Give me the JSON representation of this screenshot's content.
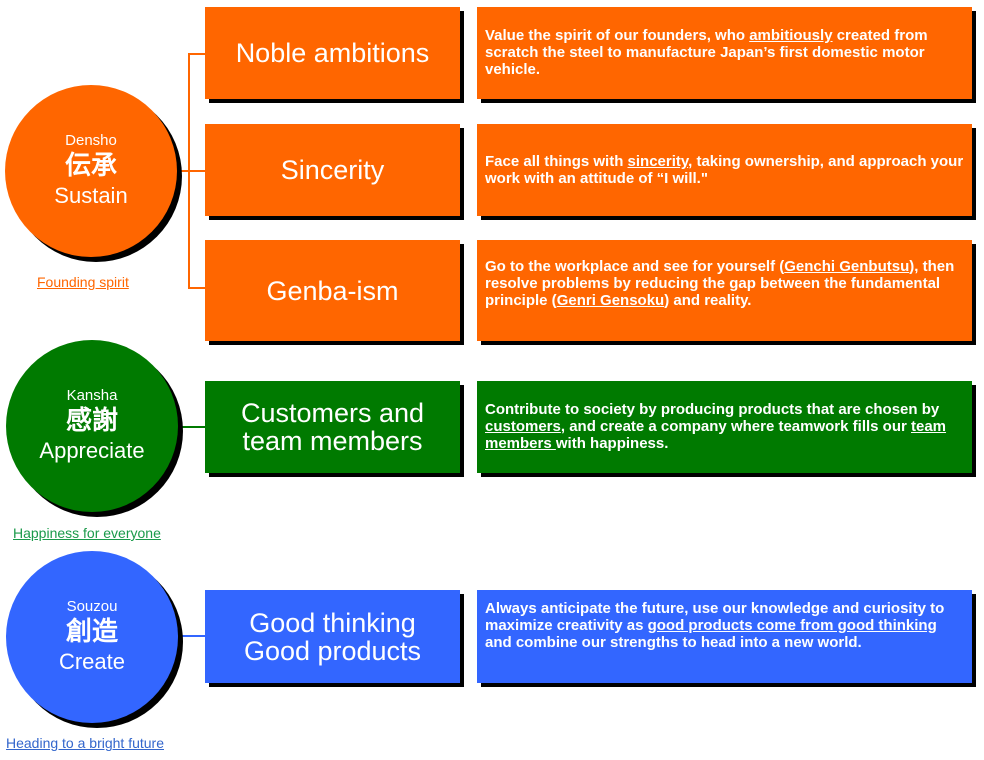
{
  "colors": {
    "orange": "#ff6600",
    "green": "#007a00",
    "blue": "#3366ff"
  },
  "groups": [
    {
      "romaji": "Densho",
      "kanji": "伝承",
      "english": "Sustain",
      "link": "Founding spirit"
    },
    {
      "romaji": "Kansha",
      "kanji": "感謝",
      "english": "Appreciate",
      "link": "Happiness for everyone"
    },
    {
      "romaji": "Souzou",
      "kanji": "創造",
      "english": "Create",
      "link": "Heading to a bright future"
    }
  ],
  "values": [
    {
      "label": "Noble ambitions",
      "desc": [
        "Value the spirit of our founders, who ",
        "ambitiously",
        " created from scratch the steel to manufacture Japan’s first domestic motor vehicle."
      ]
    },
    {
      "label": "Sincerity",
      "desc": [
        "Face all things with ",
        "sincerity",
        ", taking ownership, and approach your work with an attitude of “I will.\""
      ]
    },
    {
      "label": "Genba-ism",
      "desc": [
        "Go to the workplace and see for yourself  (",
        "Genchi Genbutsu",
        "), then resolve problems by reducing the gap between the fundamental principle (",
        "Genri Gensoku",
        ") and reality."
      ]
    },
    {
      "label": "Customers and team members",
      "desc": [
        "Contribute to society by producing products that are chosen by ",
        "customers",
        ", and create a company where teamwork fills our ",
        "team members ",
        "with happiness."
      ]
    },
    {
      "label": "Good thinking Good products",
      "desc": [
        "Always anticipate the future, use our knowledge and curiosity to maximize creativity as ",
        "good products come from good thinking",
        " and combine our strengths to head into a new world."
      ]
    }
  ]
}
